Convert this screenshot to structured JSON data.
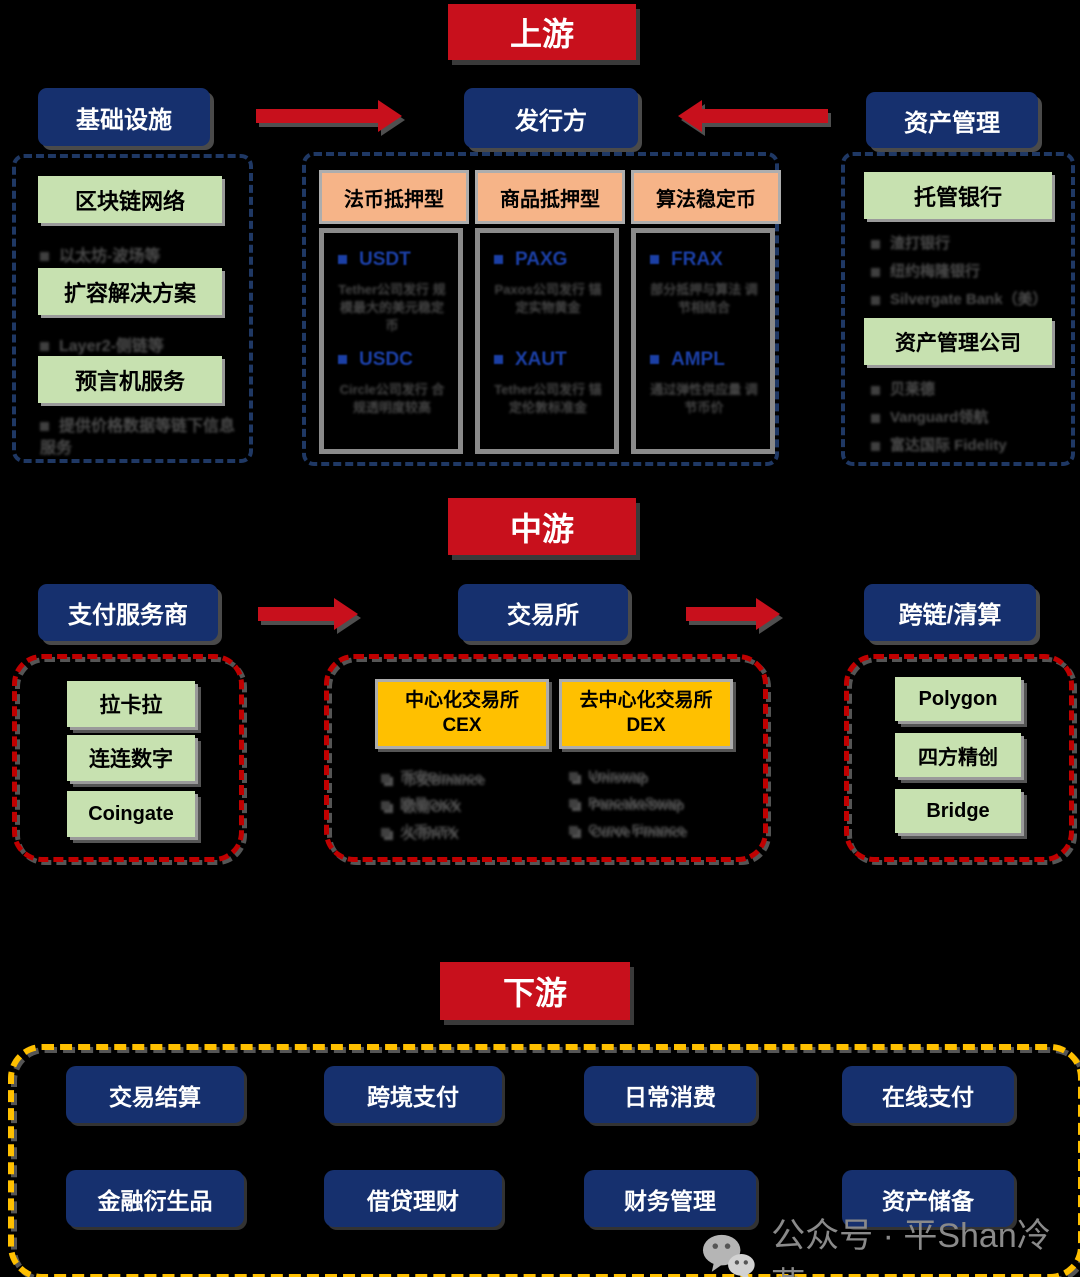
{
  "upstream": {
    "banner": "上游",
    "infrastructure": {
      "header": "基础设施",
      "blocks": [
        {
          "label": "区块链网络",
          "note": "以太坊-波场等"
        },
        {
          "label": "扩容解决方案",
          "note": "Layer2-侧链等"
        },
        {
          "label": "预言机服务",
          "note": "提供价格数据等链下信息服务"
        }
      ]
    },
    "issuer": {
      "header": "发行方",
      "columns": [
        {
          "title": "法币抵押型",
          "coins": [
            {
              "name": "USDT",
              "desc": "Tether公司发行 规模最大的美元稳定币"
            },
            {
              "name": "USDC",
              "desc": "Circle公司发行 合规透明度较高"
            }
          ]
        },
        {
          "title": "商品抵押型",
          "coins": [
            {
              "name": "PAXG",
              "desc": "Paxos公司发行 锚定实物黄金"
            },
            {
              "name": "XAUT",
              "desc": "Tether公司发行 锚定伦敦标准金"
            }
          ]
        },
        {
          "title": "算法稳定币",
          "coins": [
            {
              "name": "FRAX",
              "desc": "部分抵押与算法 调节相结合"
            },
            {
              "name": "AMPL",
              "desc": "通过弹性供应量 调节币价"
            }
          ]
        }
      ]
    },
    "asset_management": {
      "header": "资产管理",
      "groups": [
        {
          "label": "托管银行",
          "notes": [
            "渣打银行",
            "纽约梅隆银行",
            "Silvergate Bank（美）"
          ]
        },
        {
          "label": "资产管理公司",
          "notes": [
            "贝莱德",
            "Vanguard领航",
            "富达国际 Fidelity"
          ]
        }
      ]
    }
  },
  "midstream": {
    "banner": "中游",
    "payment": {
      "header": "支付服务商",
      "items": [
        "拉卡拉",
        "连连数字",
        "Coingate"
      ]
    },
    "exchange": {
      "header": "交易所",
      "cex": {
        "line1": "中心化交易所",
        "line2": "CEX",
        "notes": [
          "币安Binance",
          "欧易OKX",
          "火币HTX"
        ]
      },
      "dex": {
        "line1": "去中心化交易所",
        "line2": "DEX",
        "notes": [
          "Uniswap",
          "PancakeSwap",
          "Curve Finance"
        ]
      }
    },
    "crosschain": {
      "header": "跨链/清算",
      "items": [
        "Polygon",
        "四方精创",
        "Bridge"
      ]
    }
  },
  "downstream": {
    "banner": "下游",
    "apps": [
      "交易结算",
      "跨境支付",
      "日常消费",
      "在线支付",
      "金融衍生品",
      "借贷理财",
      "财务管理",
      "资产储备"
    ]
  },
  "watermark": {
    "text": "公众号 · 平Shan冷燕"
  },
  "colors": {
    "banner_red": "#c8101c",
    "navy": "#16306e",
    "green": "#c7e1b0",
    "orange": "#f6b488",
    "yellow": "#ffc000",
    "dash_red": "#c00000",
    "dash_yellow": "#ffc000",
    "coin_blue": "#1b3fa5"
  }
}
